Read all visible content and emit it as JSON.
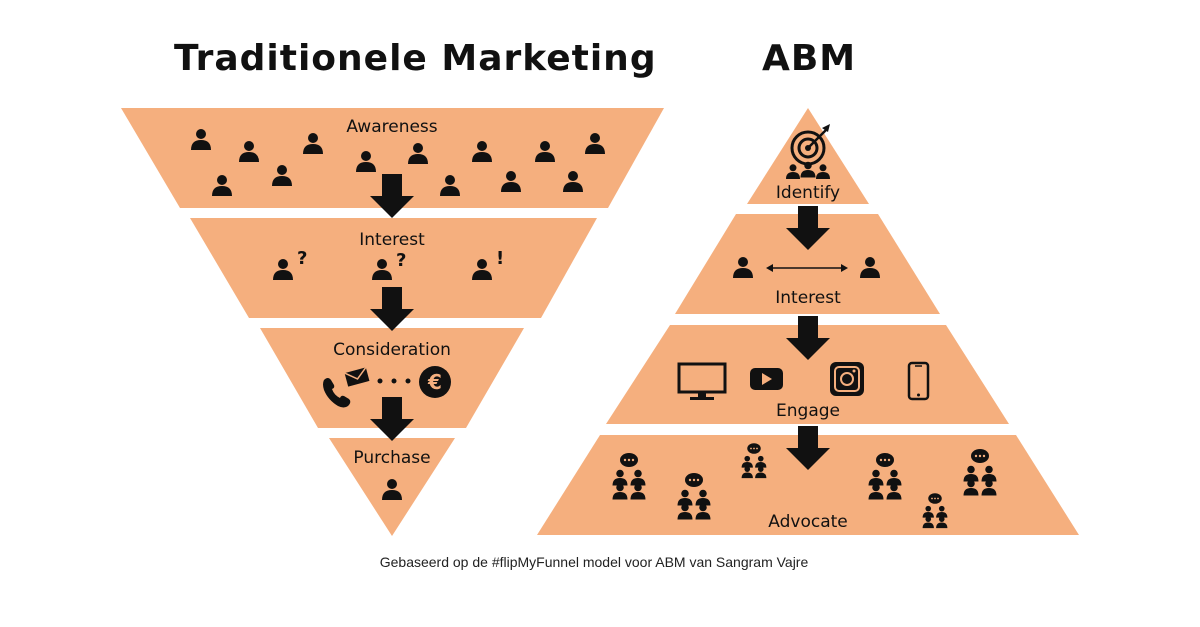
{
  "titles": {
    "left": "Traditionele Marketing",
    "right": "ABM"
  },
  "funnel_stages": [
    "Awareness",
    "Interest",
    "Consideration",
    "Purchase"
  ],
  "pyramid_stages": [
    "Identify",
    "Interest",
    "Engage",
    "Advocate"
  ],
  "footnote": "Gebaseerd op de #flipMyFunnel model voor ABM van Sangram Vajre",
  "colors": {
    "band": "#F5AF7E",
    "ink": "#111111"
  }
}
